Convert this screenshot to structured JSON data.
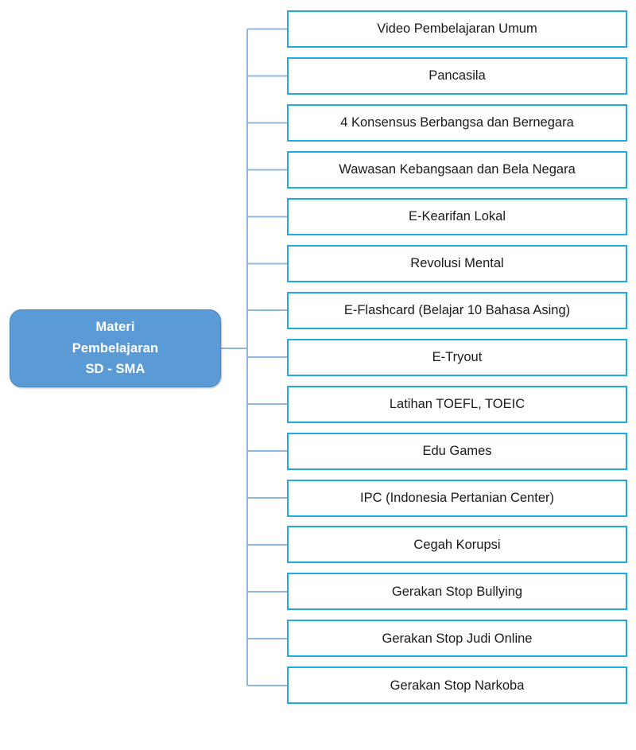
{
  "diagram": {
    "type": "hierarchy-tree",
    "orientation": "left-root-right-children",
    "colors": {
      "root_fill": "#5B9BD5",
      "root_text": "#FFFFFF",
      "child_border": "#1CABE8",
      "child_fill": "#FFFFFF",
      "child_text": "#1A1A1A",
      "connector": "#8FB8DC",
      "background": "#FFFFFF"
    },
    "root": {
      "label": "Materi\nPembelajaran\nSD - SMA",
      "lines": [
        "Materi",
        "Pembelajaran",
        "SD - SMA"
      ]
    },
    "children": [
      {
        "label": "Video Pembelajaran Umum"
      },
      {
        "label": "Pancasila"
      },
      {
        "label": "4 Konsensus Berbangsa dan Bernegara"
      },
      {
        "label": "Wawasan Kebangsaan dan Bela Negara"
      },
      {
        "label": "E-Kearifan Lokal"
      },
      {
        "label": "Revolusi Mental"
      },
      {
        "label": "E-Flashcard (Belajar 10 Bahasa Asing)"
      },
      {
        "label": "E-Tryout"
      },
      {
        "label": "Latihan TOEFL, TOEIC"
      },
      {
        "label": "Edu Games"
      },
      {
        "label": "IPC (Indonesia Pertanian Center)"
      },
      {
        "label": "Cegah Korupsi"
      },
      {
        "label": "Gerakan Stop Bullying"
      },
      {
        "label": "Gerakan Stop Judi Online"
      },
      {
        "label": "Gerakan Stop Narkoba"
      }
    ]
  }
}
